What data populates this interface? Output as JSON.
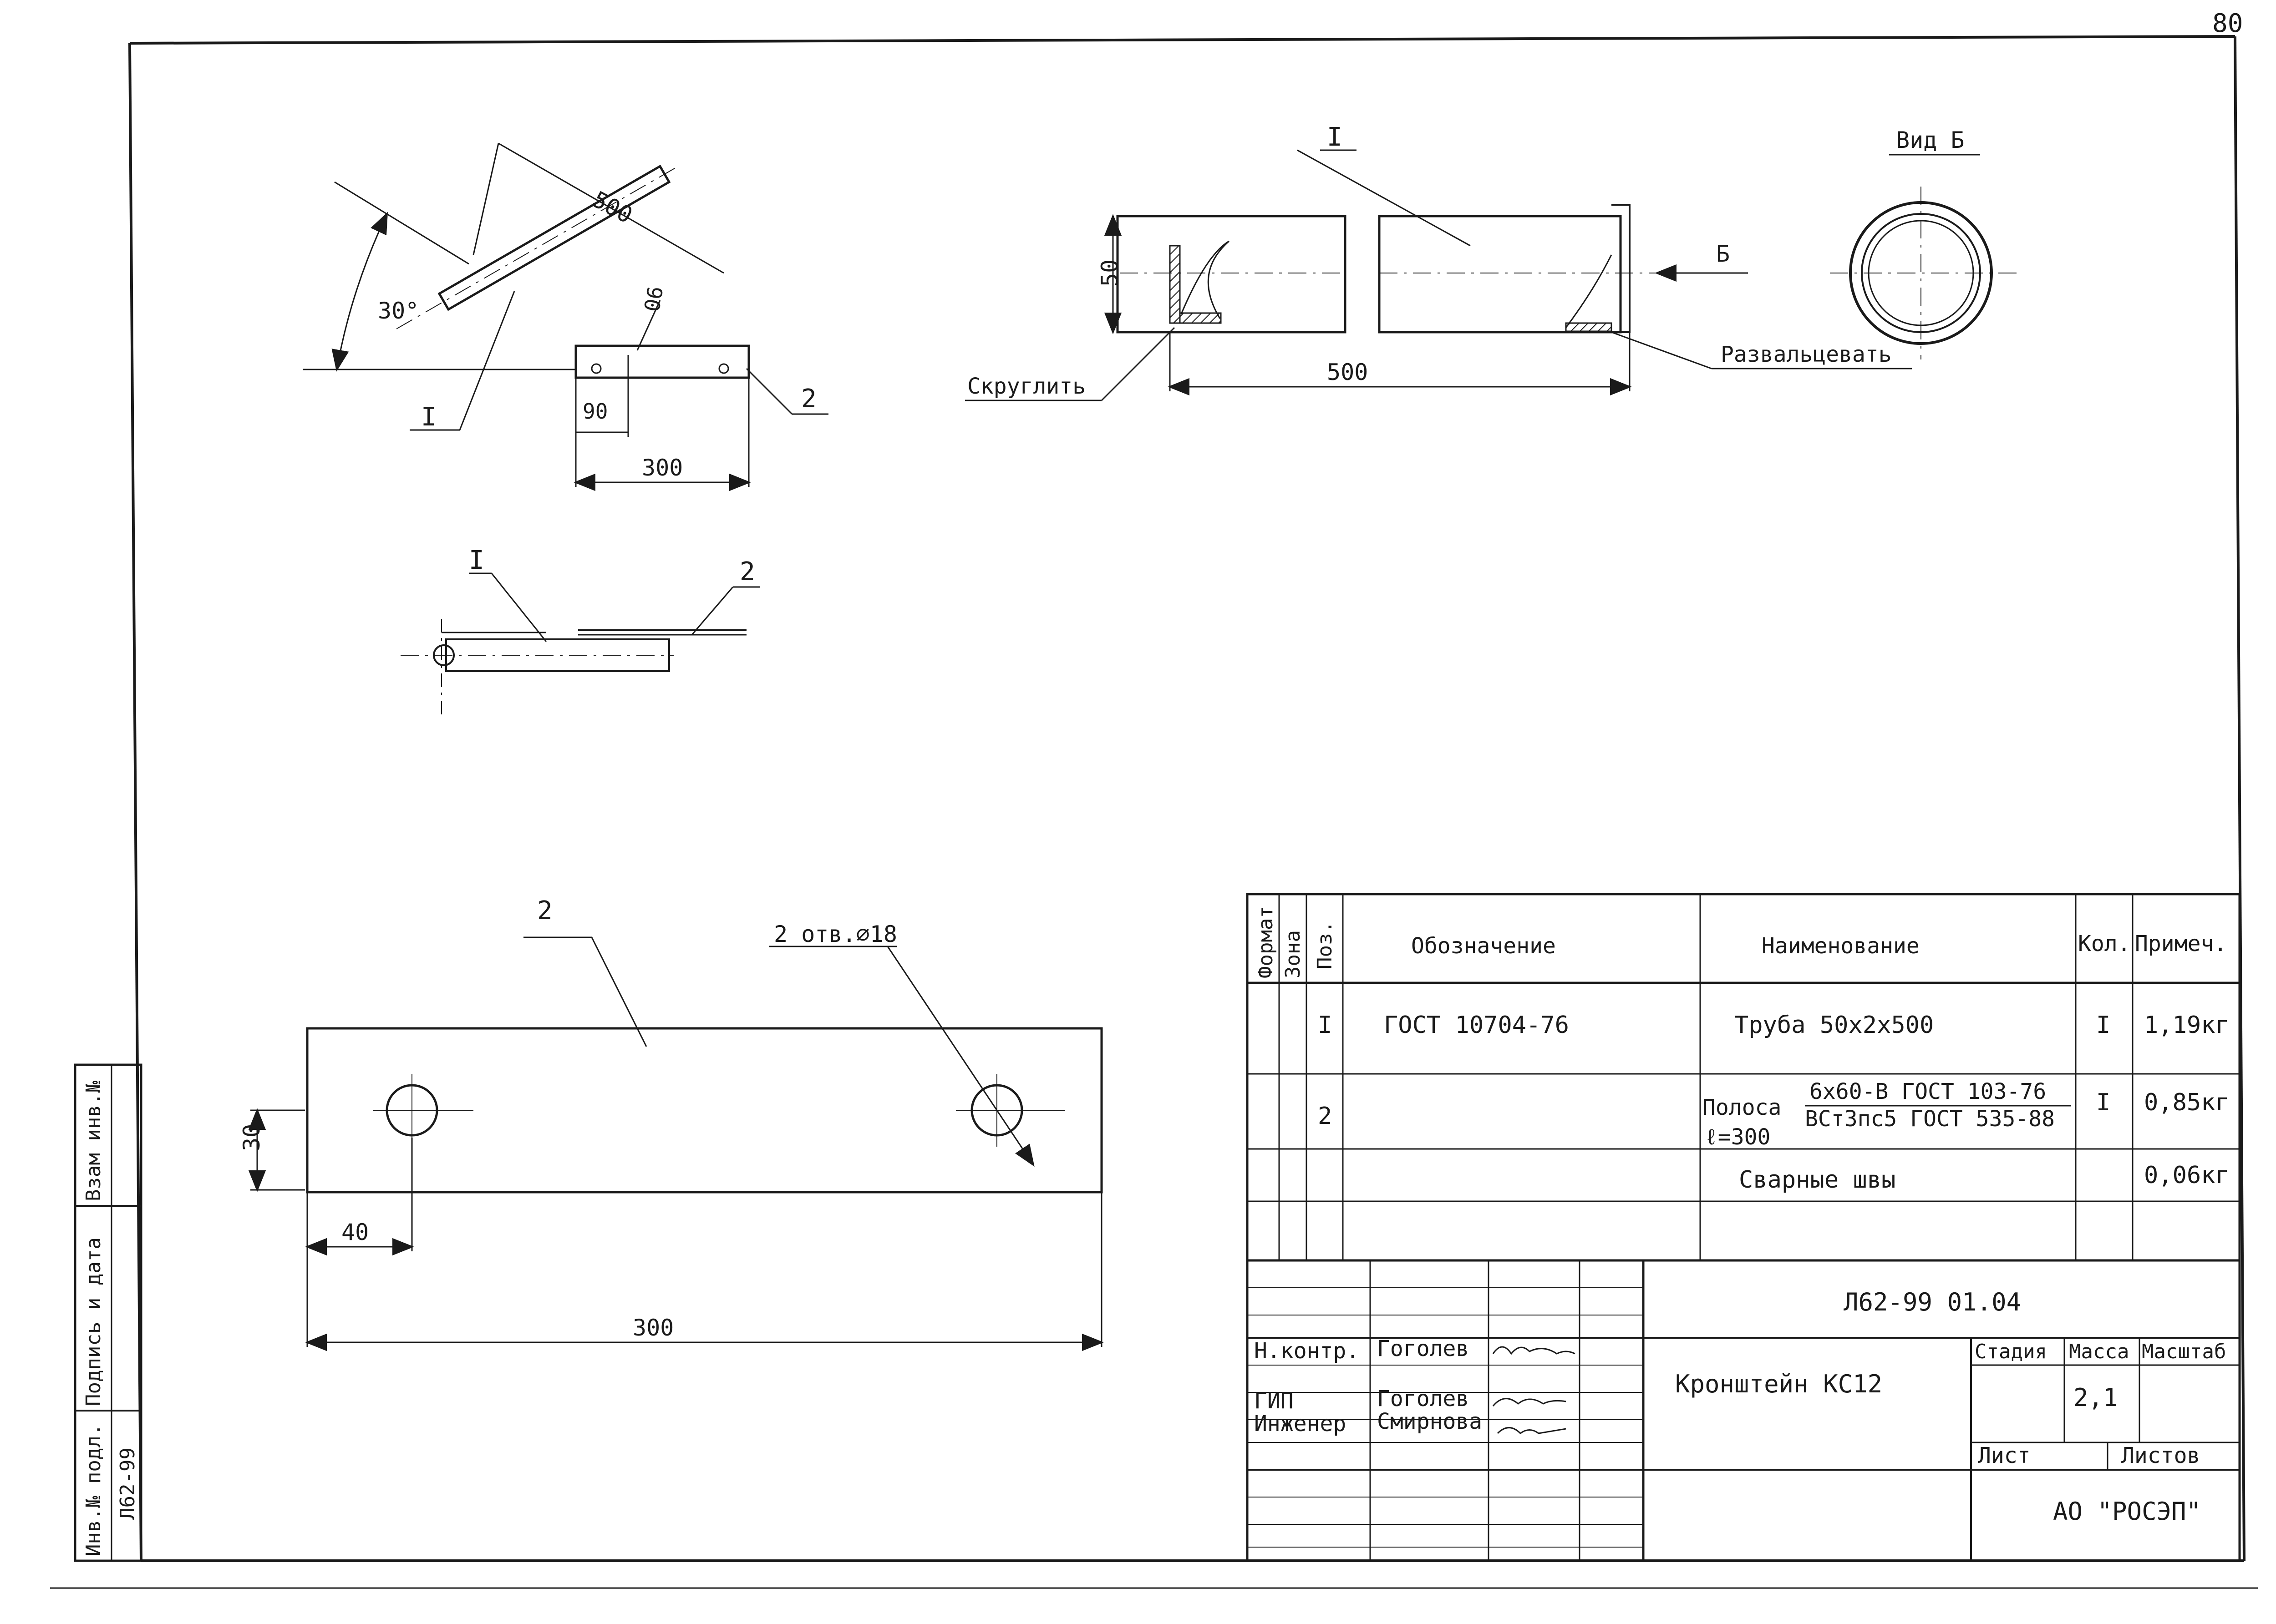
{
  "sheet_number": "80",
  "drawing_code": "Л62-99 01.04",
  "drawing_title": "Кронштейн КС12",
  "organization": "АО \"РОСЭП\"",
  "mass": "2,1",
  "views": {
    "isometric": {
      "dims": {
        "length": "500",
        "angle": "30°",
        "width": "90",
        "base_width": "90",
        "base_length": "300"
      },
      "labels": {
        "pos1": "I",
        "pos2": "2"
      }
    },
    "pipe": {
      "label": "I",
      "diameter": "50",
      "length": "500",
      "arrow_label": "Б",
      "note_round": "Скруглить",
      "note_flare": "Развальцевать"
    },
    "view_b": {
      "title": "Вид Б"
    },
    "top_view": {
      "label1": "I",
      "label2": "2"
    },
    "plate": {
      "label": "2",
      "holes_note": "2 отв.⌀18",
      "dim_height": "30",
      "dim_offset": "40",
      "dim_length": "300"
    }
  },
  "spec_table": {
    "headers": {
      "format": "Формат",
      "zone": "Зона",
      "pos": "Поз.",
      "designation": "Обозначение",
      "name": "Наименование",
      "qty": "Кол.",
      "note": "Примеч."
    },
    "rows": [
      {
        "pos": "I",
        "designation": "ГОСТ 10704-76",
        "name": "Труба 50х2х500",
        "qty": "I",
        "note": "1,19кг"
      },
      {
        "pos": "2",
        "designation": "",
        "name_prefix": "Полоса",
        "name_top": "6х60-В ГОСТ 103-76",
        "name_bottom": "ВСт3пс5 ГОСТ 535-88",
        "name_extra": "ℓ=300",
        "qty": "I",
        "note": "0,85кг"
      },
      {
        "pos": "",
        "designation": "",
        "name": "Сварные швы",
        "qty": "",
        "note": "0,06кг"
      }
    ]
  },
  "title_block": {
    "roles": [
      {
        "role": "Н.контр.",
        "name": "Гоголев"
      },
      {
        "role": "ГИП",
        "name": "Гоголев"
      },
      {
        "role": "Инженер",
        "name": "Смирнова"
      }
    ],
    "labels": {
      "stage": "Стадия",
      "mass": "Масса",
      "scale": "Масштаб",
      "sheet": "Лист",
      "sheets": "Листов"
    }
  },
  "side_stamp": {
    "inv_orig": "Инв.№ подл.",
    "sign_date": "Подпись и дата",
    "vzam": "Взам инв.№",
    "code": "Л62-99"
  }
}
